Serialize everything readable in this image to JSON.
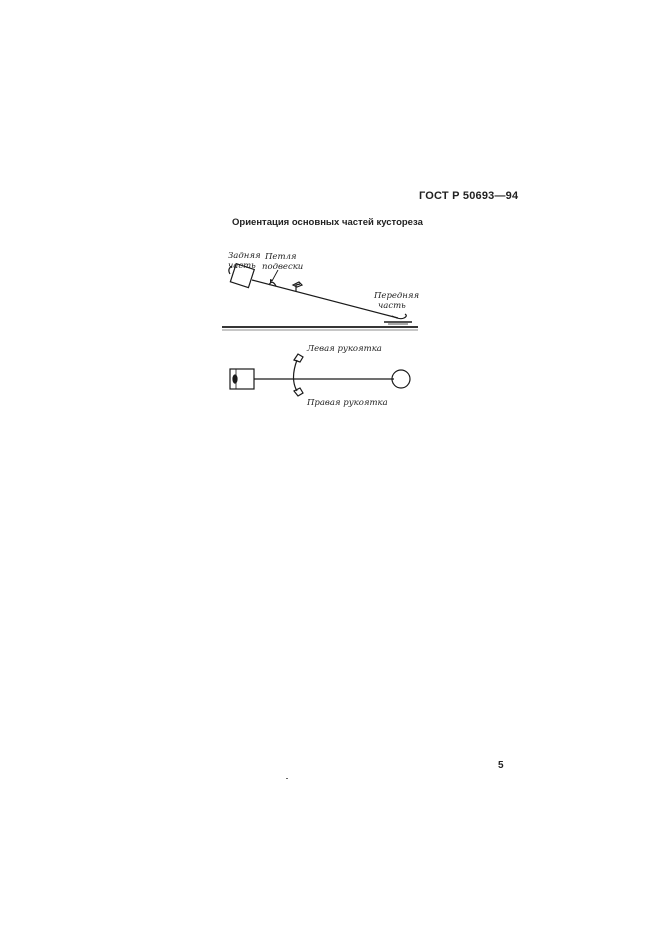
{
  "document": {
    "header": "ГОСТ Р 50693—94",
    "title": "Ориентация основных частей кустореза",
    "page_number": "5"
  },
  "figure_side": {
    "rear_part": [
      "Задняя",
      "часть"
    ],
    "hang_loop": [
      "Петля",
      "подвески"
    ],
    "front_part": [
      "Передняя",
      "часть"
    ]
  },
  "figure_top": {
    "left_handle": "Левая рукоятка",
    "right_handle": "Правая рукоятка"
  }
}
